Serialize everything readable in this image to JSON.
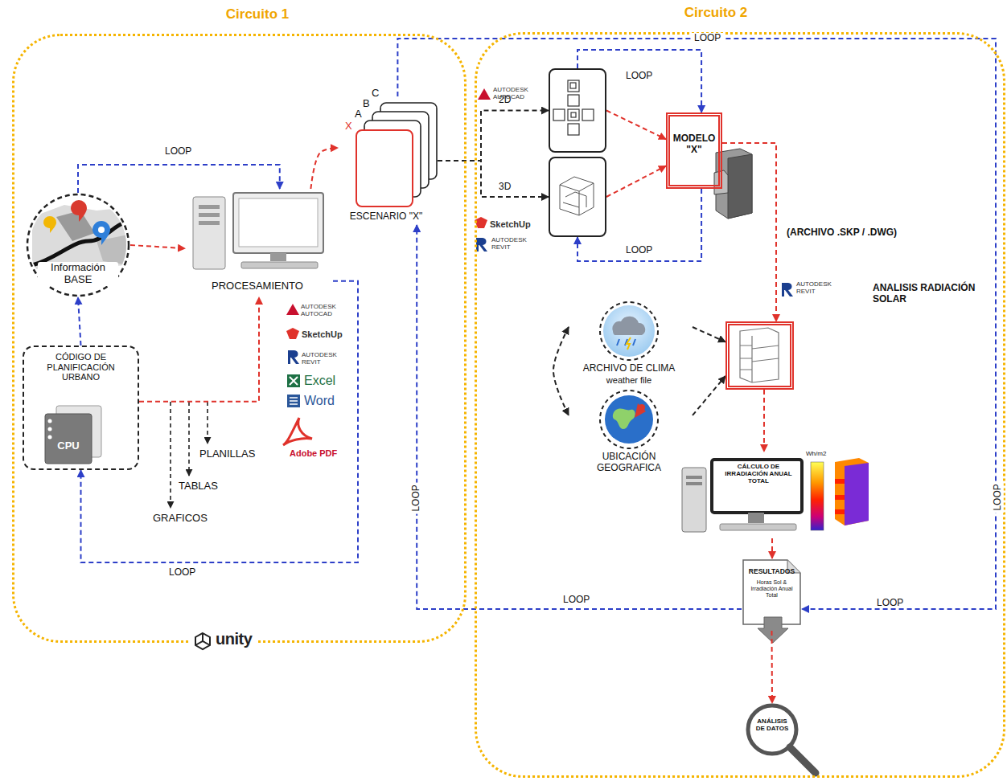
{
  "diagram": {
    "nodes": [
      {
        "text": [
          "Circuito 1"
        ]
      },
      {
        "text": [
          "Circuito 2"
        ]
      },
      {
        "text": [
          "Información BASE"
        ],
        "in": 0
      },
      {
        "text": [
          "CÓDIGO DE PLANIFICACIÓN URBANO",
          "CPU"
        ],
        "in": 0
      },
      {
        "text": [
          "PROCESAMIENTO"
        ],
        "in": 0
      },
      {
        "text": [
          "ESCENARIO \"X\""
        ],
        "in": 0
      },
      {
        "text": [],
        "in": 1
      },
      {
        "text": [],
        "in": 1
      },
      {
        "text": [
          "MODELO \"X\""
        ],
        "in": 1
      },
      {
        "text": [],
        "in": 1
      },
      {
        "text": [
          "ARCHIVO DE CLIMA",
          "weather file"
        ],
        "in": 1
      },
      {
        "text": [
          "UBICACIÓN GEOGRAFICA"
        ],
        "in": 1
      },
      {
        "text": [
          "CÁLCULO DE IRRADIACIÓN ANUAL TOTAL"
        ],
        "in": 1
      },
      {
        "text": [
          "RESULTADOS",
          "Horas Sol & Irradiación Anual Total"
        ],
        "in": 1
      },
      {
        "text": [
          "ANÁLISIS DE DATOS"
        ],
        "in": 1
      }
    ],
    "edges": [
      {
        "from": 2,
        "to": 4,
        "arrow": "to"
      },
      {
        "from": 3,
        "to": 2,
        "arrow": "to"
      },
      {
        "from": 3,
        "to": 4,
        "arrow": "to"
      },
      {
        "from": 2,
        "to": 4,
        "label": "LOOP",
        "arrow": "to"
      },
      {
        "from": 4,
        "to": 3,
        "label": "LOOP",
        "arrow": "to"
      },
      {
        "from": 4,
        "to": 5,
        "arrow": "to"
      },
      {
        "from": 5,
        "to": 6,
        "label": "2D",
        "arrow": "to"
      },
      {
        "from": 5,
        "to": 7,
        "label": "3D",
        "arrow": "to"
      },
      {
        "from": 6,
        "to": 8,
        "arrow": "to"
      },
      {
        "from": 7,
        "to": 8,
        "arrow": "to"
      },
      {
        "from": 6,
        "to": 8,
        "label": "LOOP",
        "arrow": "to"
      },
      {
        "from": 8,
        "to": 7,
        "label": "LOOP",
        "arrow": "to"
      },
      {
        "from": 5,
        "to": 13,
        "label": "LOOP",
        "arrow": "to"
      },
      {
        "from": 13,
        "to": 5,
        "label": "LOOP",
        "arrow": "to"
      },
      {
        "from": 8,
        "to": 9,
        "arrow": "to"
      },
      {
        "from": 10,
        "to": 9,
        "arrow": "to"
      },
      {
        "from": 11,
        "to": 9,
        "arrow": "to"
      },
      {
        "from": 10,
        "to": 11,
        "arrow": "both"
      },
      {
        "from": 9,
        "to": 12,
        "arrow": "to"
      },
      {
        "from": 12,
        "to": 13,
        "arrow": "to"
      },
      {
        "from": 13,
        "to": 14,
        "arrow": "to"
      }
    ],
    "labels": [
      "PLANILLAS",
      "TABLAS",
      "GRAFICOS",
      "AUTODESK AUTOCAD",
      "SketchUp",
      "AUTODESK REVIT",
      "Excel",
      "Word",
      "Adobe PDF",
      "AUTODESK AUTOCAD",
      "SketchUp",
      "AUTODESK REVIT",
      "AUTODESK REVIT",
      "(ARCHIVO .SKP / .DWG)",
      "ANALISIS RADIACIÓN SOLAR",
      "Wh/m2",
      "X",
      "A",
      "B",
      "C",
      "unity",
      "LOOP",
      "LOOP",
      "LOOP"
    ]
  }
}
